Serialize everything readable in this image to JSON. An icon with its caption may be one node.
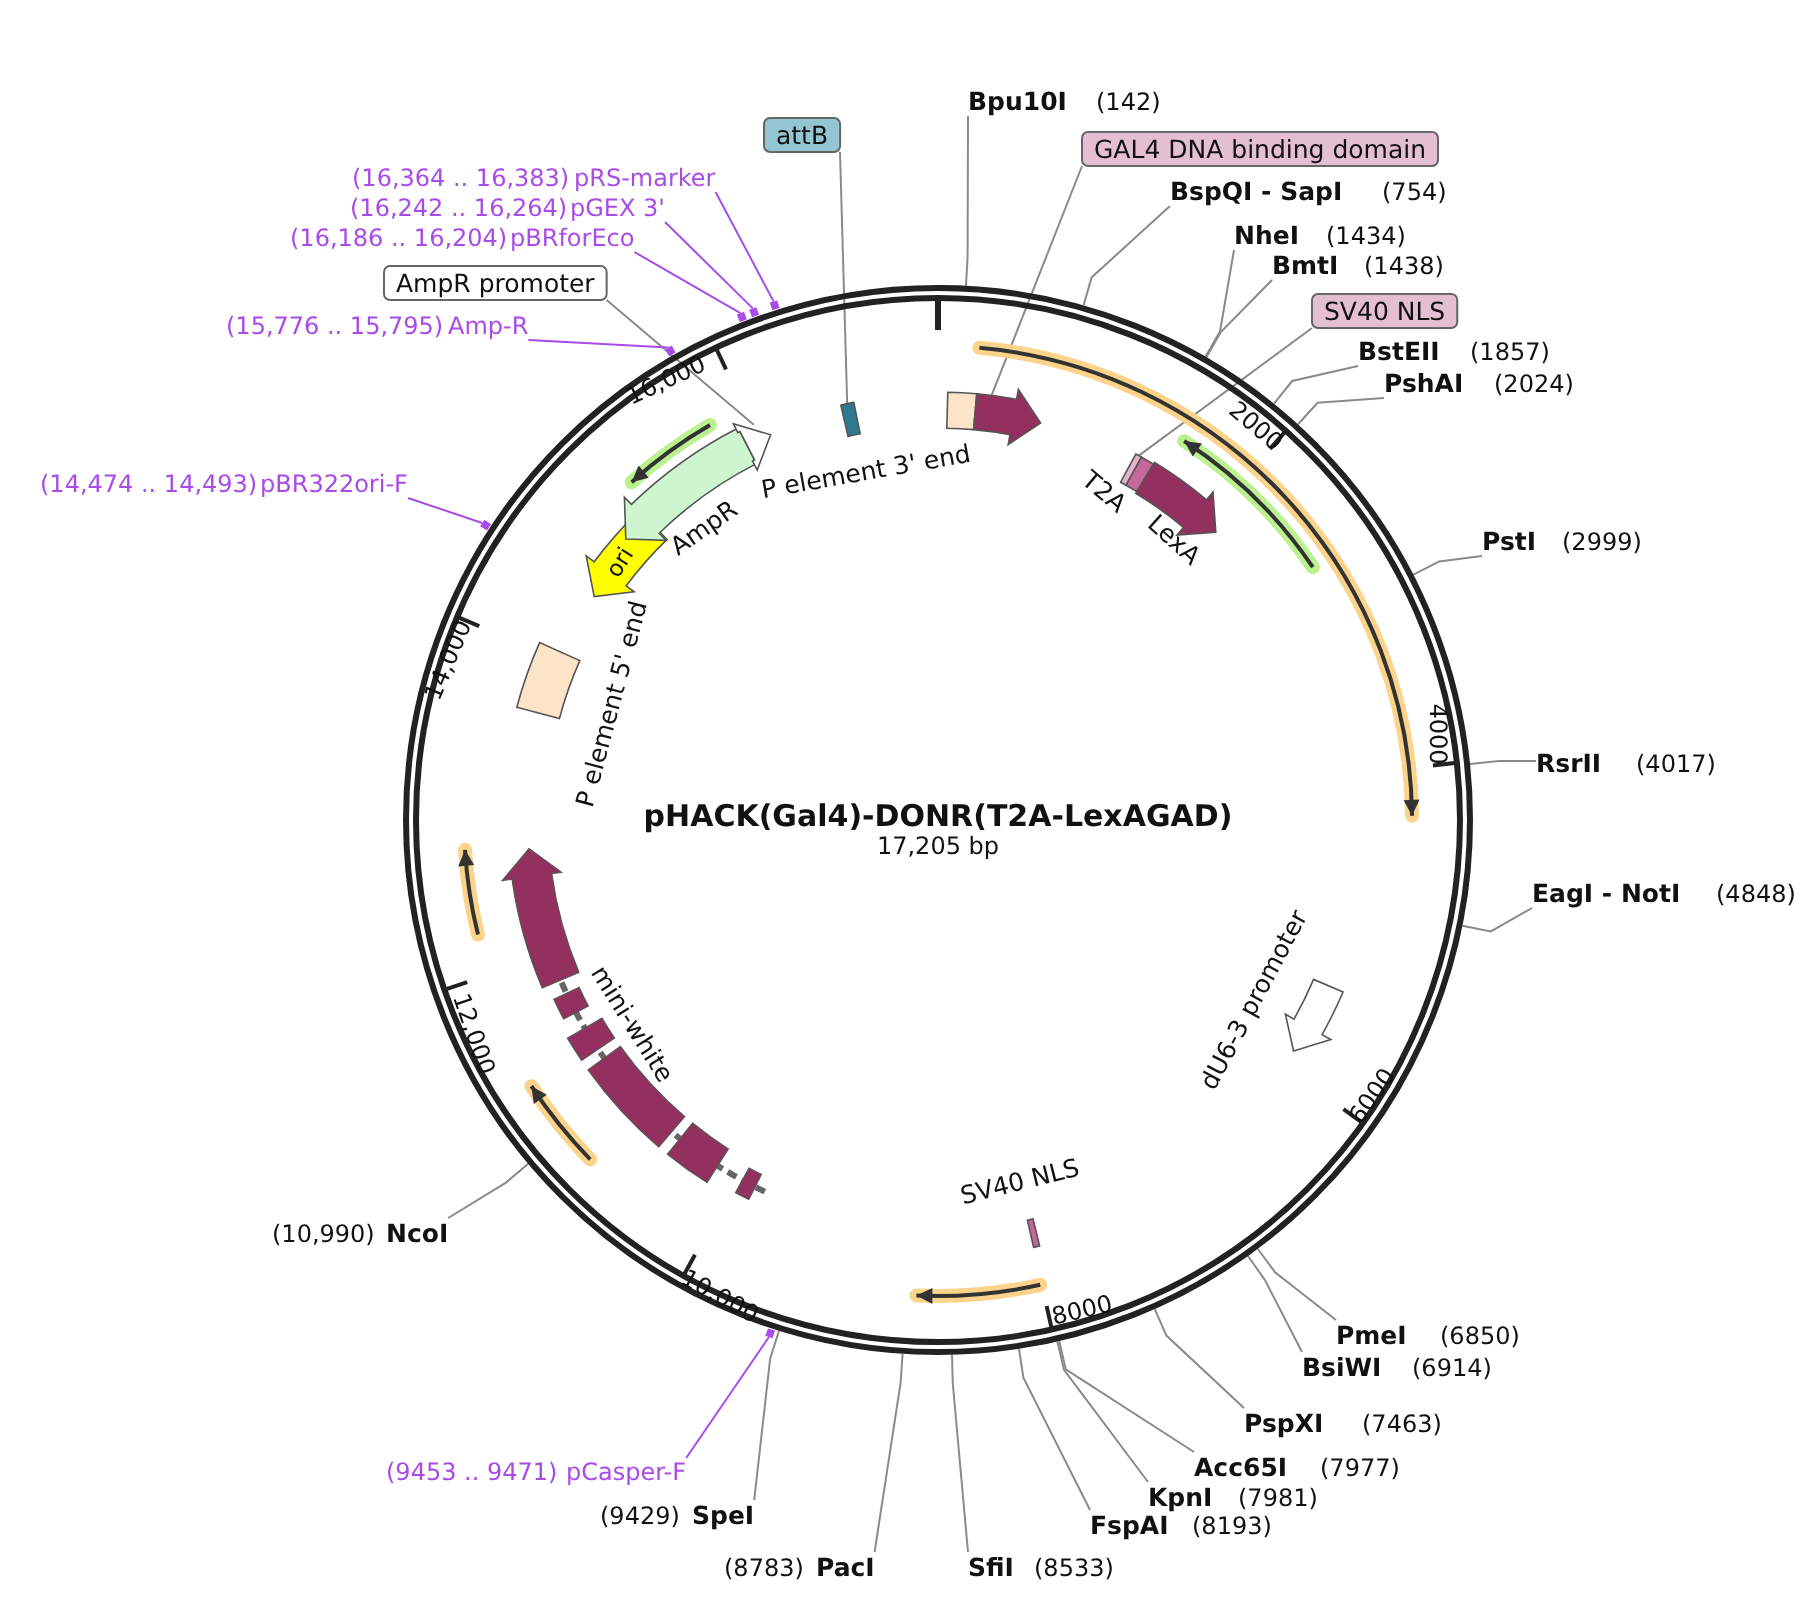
{
  "diagram": {
    "nodes": [
      {
        "text": [
          "pHACK(Gal4)-DONR(T2A-LexAGAD)",
          "17,205 bp"
        ]
      },
      {
        "text": [],
        "shape": "bar",
        "in": 0
      },
      {
        "text": [
          "P element 3' end"
        ],
        "in": 0
      },
      {
        "text": [],
        "shape": "arrow",
        "in": 0
      },
      {
        "text": [],
        "shape": "bar",
        "in": 0
      },
      {
        "text": [
          "T2A"
        ],
        "in": 0
      },
      {
        "text": [
          "LexA"
        ],
        "in": 0
      },
      {
        "text": [
          "dU6-3 promoter"
        ],
        "in": 0
      },
      {
        "text": [
          "SV40 NLS"
        ],
        "in": 0
      },
      {
        "text": [
          "mini-white"
        ],
        "in": 0
      },
      {
        "text": [
          "P element 5' end"
        ],
        "in": 0
      },
      {
        "text": [
          "ori"
        ],
        "in": 0
      },
      {
        "text": [
          "AmpR"
        ],
        "in": 0
      },
      {
        "text": [],
        "shape": "arrow",
        "in": 0
      },
      {
        "text": [],
        "shape": "bar",
        "in": 0
      },
      {
        "text": [],
        "shape": "bar",
        "in": 0
      },
      {
        "text": [],
        "shape": "bar",
        "in": 0
      },
      {
        "text": [],
        "shape": "bar",
        "in": 0
      },
      {
        "text": [],
        "shape": "bar",
        "in": 0
      },
      {
        "text": [],
        "shape": "bar",
        "in": 0
      },
      {
        "text": [
          "(16,364 .. 16,383)",
          "pRS-marker"
        ]
      },
      {
        "text": [
          "(16,242 .. 16,264)",
          "pGEX 3'"
        ]
      },
      {
        "text": [
          "(16,186 .. 16,204)",
          "pBRforEco"
        ]
      },
      {
        "text": [
          "AmpR promoter"
        ]
      },
      {
        "text": [
          "(15,776 .. 15,795)",
          "Amp-R"
        ]
      },
      {
        "text": [
          "(14,474 .. 14,493)",
          "pBR322ori-F"
        ]
      },
      {
        "text": [
          "attB"
        ]
      },
      {
        "text": [
          "Bpu10I",
          "(142)"
        ]
      },
      {
        "text": [
          "GAL4 DNA binding domain"
        ]
      },
      {
        "text": [
          "BspQI - SapI",
          "(754)"
        ]
      },
      {
        "text": [
          "NheI",
          "(1434)"
        ]
      },
      {
        "text": [
          "BmtI",
          "(1438)"
        ]
      },
      {
        "text": [
          "SV40 NLS"
        ]
      },
      {
        "text": [
          "BstEII",
          "(1857)"
        ]
      },
      {
        "text": [
          "PshAI",
          "(2024)"
        ]
      },
      {
        "text": [
          "PstI",
          "(2999)"
        ]
      },
      {
        "text": [
          "RsrII",
          "(4017)"
        ]
      },
      {
        "text": [
          "EagI - NotI",
          "(4848)"
        ]
      },
      {
        "text": [
          "PmeI",
          "(6850)"
        ]
      },
      {
        "text": [
          "BsiWI",
          "(6914)"
        ]
      },
      {
        "text": [
          "PspXI",
          "(7463)"
        ]
      },
      {
        "text": [
          "Acc65I",
          "(7977)"
        ]
      },
      {
        "text": [
          "KpnI",
          "(7981)"
        ]
      },
      {
        "text": [
          "FspAI",
          "(8193)"
        ]
      },
      {
        "text": [
          "(9453 .. 9471)",
          "pCasper-F"
        ]
      },
      {
        "text": [
          "(9429)",
          "SpeI"
        ]
      },
      {
        "text": [
          "(8783)",
          "PacI"
        ]
      },
      {
        "text": [
          "SfiI",
          "(8533)"
        ]
      },
      {
        "text": [
          "(10,990)",
          "NcoI"
        ]
      }
    ],
    "edges": [
      {
        "from": 20,
        "to": 14,
        "arrow": "none",
        "color": "#a94be8"
      },
      {
        "from": 21,
        "to": 15,
        "arrow": "none",
        "color": "#a94be8"
      },
      {
        "from": 22,
        "to": 16,
        "arrow": "none",
        "color": "#a94be8"
      },
      {
        "from": 23,
        "to": 13,
        "arrow": "none"
      },
      {
        "from": 24,
        "to": 17,
        "arrow": "none",
        "color": "#a94be8"
      },
      {
        "from": 25,
        "to": 18,
        "arrow": "none",
        "color": "#a94be8"
      },
      {
        "from": 26,
        "to": 1,
        "arrow": "none"
      },
      {
        "from": 27,
        "to": 0,
        "arrow": "none"
      },
      {
        "from": 28,
        "to": 3,
        "arrow": "none"
      },
      {
        "from": 29,
        "to": 0,
        "arrow": "none"
      },
      {
        "from": 30,
        "to": 0,
        "arrow": "none"
      },
      {
        "from": 31,
        "to": 0,
        "arrow": "none"
      },
      {
        "from": 32,
        "to": 4,
        "arrow": "none"
      },
      {
        "from": 33,
        "to": 0,
        "arrow": "none"
      },
      {
        "from": 34,
        "to": 0,
        "arrow": "none"
      },
      {
        "from": 35,
        "to": 0,
        "arrow": "none"
      },
      {
        "from": 36,
        "to": 0,
        "arrow": "none"
      },
      {
        "from": 37,
        "to": 0,
        "arrow": "none"
      },
      {
        "from": 38,
        "to": 0,
        "arrow": "none"
      },
      {
        "from": 39,
        "to": 0,
        "arrow": "none"
      },
      {
        "from": 40,
        "to": 0,
        "arrow": "none"
      },
      {
        "from": 41,
        "to": 0,
        "arrow": "none"
      },
      {
        "from": 42,
        "to": 0,
        "arrow": "none"
      },
      {
        "from": 43,
        "to": 0,
        "arrow": "none"
      },
      {
        "from": 44,
        "to": 19,
        "arrow": "none",
        "color": "#a94be8"
      },
      {
        "from": 45,
        "to": 0,
        "arrow": "none"
      },
      {
        "from": 46,
        "to": 0,
        "arrow": "none"
      },
      {
        "from": 47,
        "to": 0,
        "arrow": "none"
      },
      {
        "from": 48,
        "to": 0,
        "arrow": "none"
      }
    ],
    "labels": [
      "2000",
      "4000",
      "6000",
      "8000",
      "10,000",
      "12,000",
      "14,000",
      "16,000"
    ]
  }
}
